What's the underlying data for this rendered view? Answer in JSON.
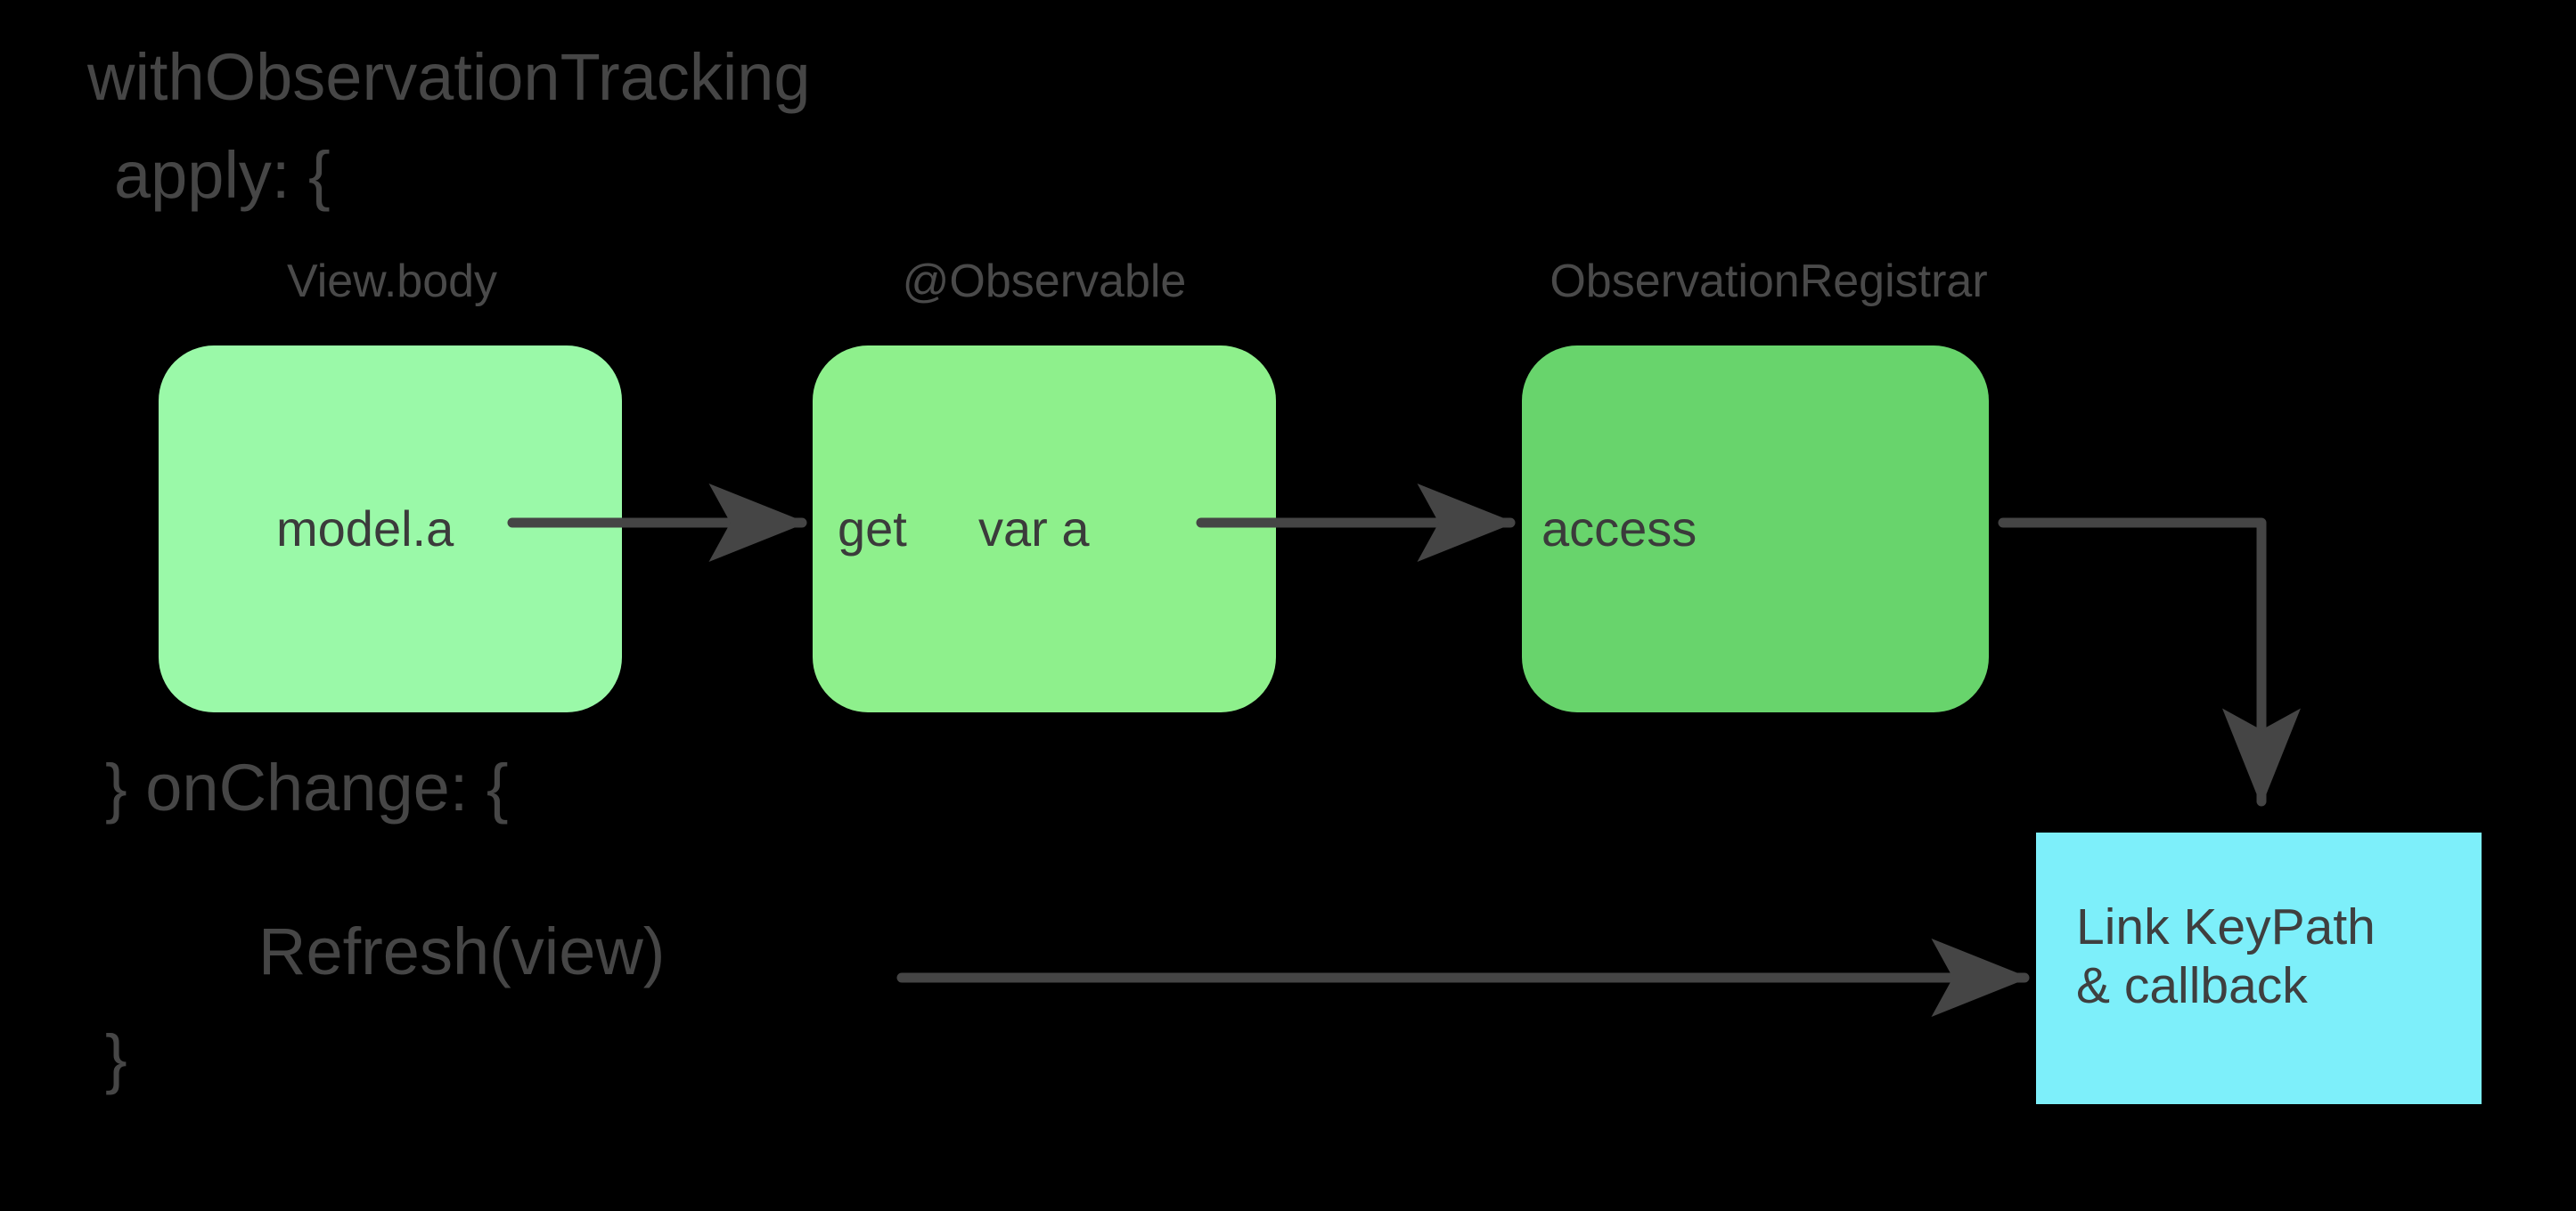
{
  "theme": {
    "background": "#000000",
    "code_text": "#464646",
    "caption_text": "#4a4a4a",
    "node_text": "#3b3b3b",
    "connector": "#454545",
    "node_1_fill": "#9AF9A8",
    "node_2_fill": "#8EF08C",
    "node_3_fill": "#68D46C",
    "terminal_fill": "#7DEFFA"
  },
  "code": {
    "line_1": "withObservationTracking",
    "line_2": "apply: {",
    "line_3": "} onChange: {",
    "line_4": "Refresh(view)",
    "line_5": "}"
  },
  "captions": [
    {
      "label": "View.body"
    },
    {
      "label": "@Observable"
    },
    {
      "label": "ObservationRegistrar"
    }
  ],
  "nodes": [
    {
      "label": "model.a"
    },
    {
      "label_left": "get",
      "label_right": "var a"
    },
    {
      "label": "access"
    }
  ],
  "terminal": {
    "line_1": "Link KeyPath",
    "line_2": "& callback",
    "text": "Link KeyPath\n& callback"
  },
  "connectors": [
    {
      "name": "model-a-to-get",
      "kind": "arrow-right"
    },
    {
      "name": "var-a-to-access",
      "kind": "arrow-right"
    },
    {
      "name": "access-to-link-keypath",
      "kind": "elbow-down-arrow"
    },
    {
      "name": "refresh-to-link-keypath",
      "kind": "arrow-right"
    }
  ]
}
